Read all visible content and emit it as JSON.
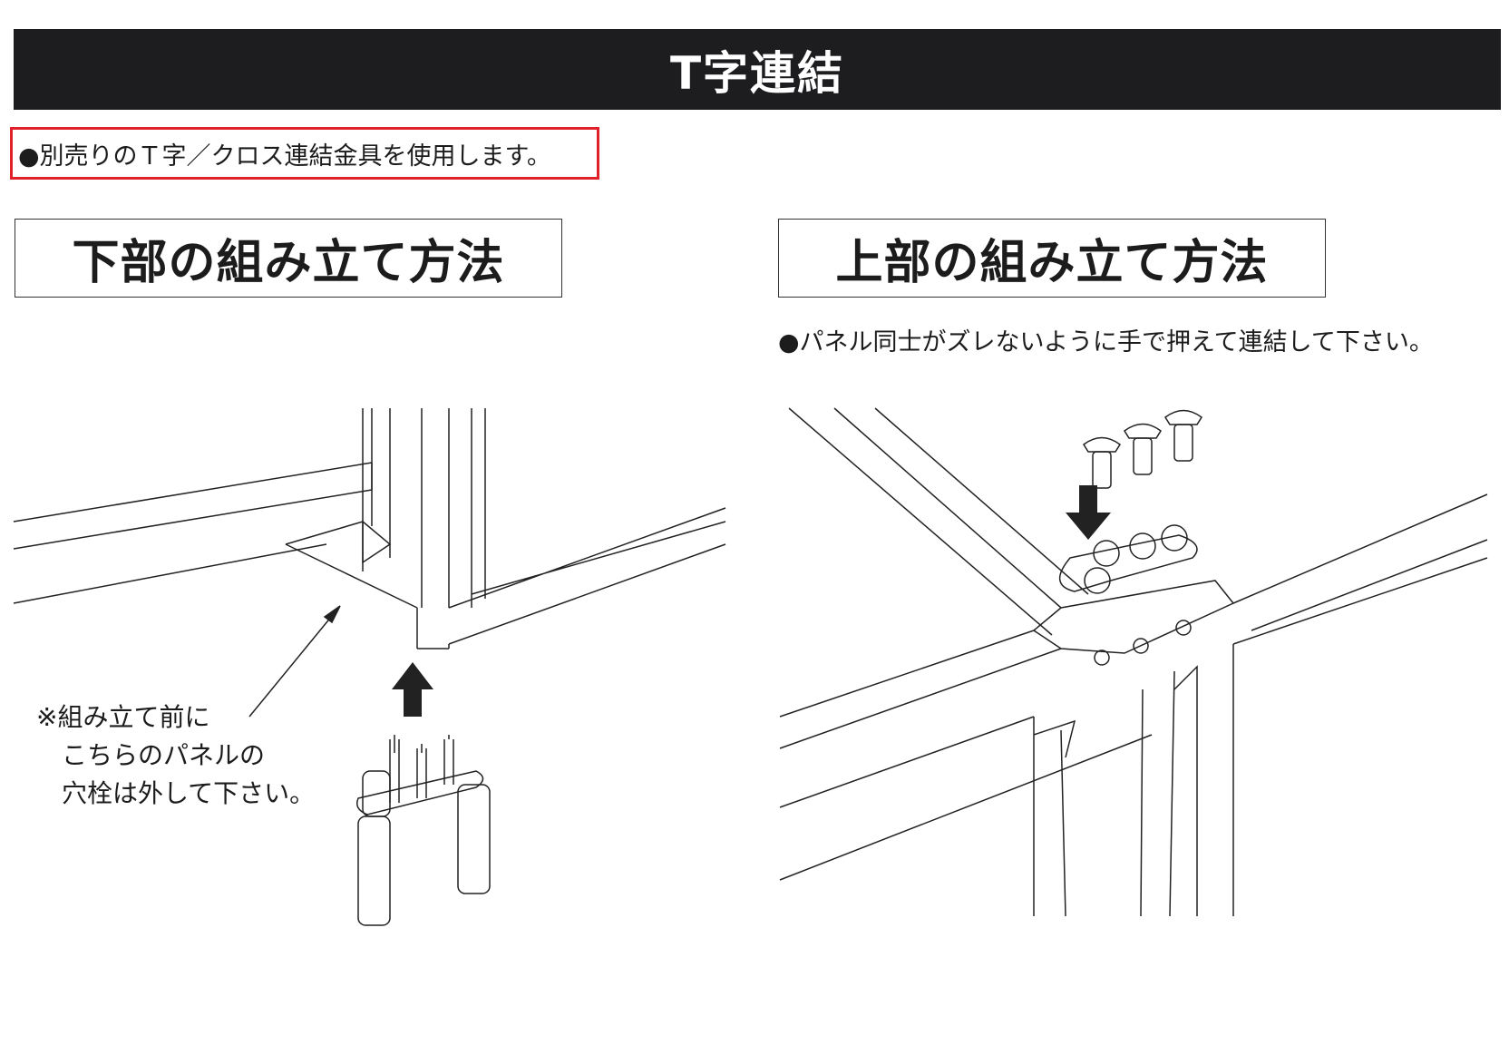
{
  "header": {
    "title": "T字連結"
  },
  "notice": "●別売りのＴ字／クロス連結金具を使用します。",
  "lower": {
    "title": "下部の組み立て方法",
    "remark": [
      "※組み立て前に",
      "こちらのパネルの",
      "穴栓は外して下さい。"
    ]
  },
  "upper": {
    "title": "上部の組み立て方法",
    "instruction": "●パネル同士がズレないように手で押えて連結して下さい。"
  }
}
